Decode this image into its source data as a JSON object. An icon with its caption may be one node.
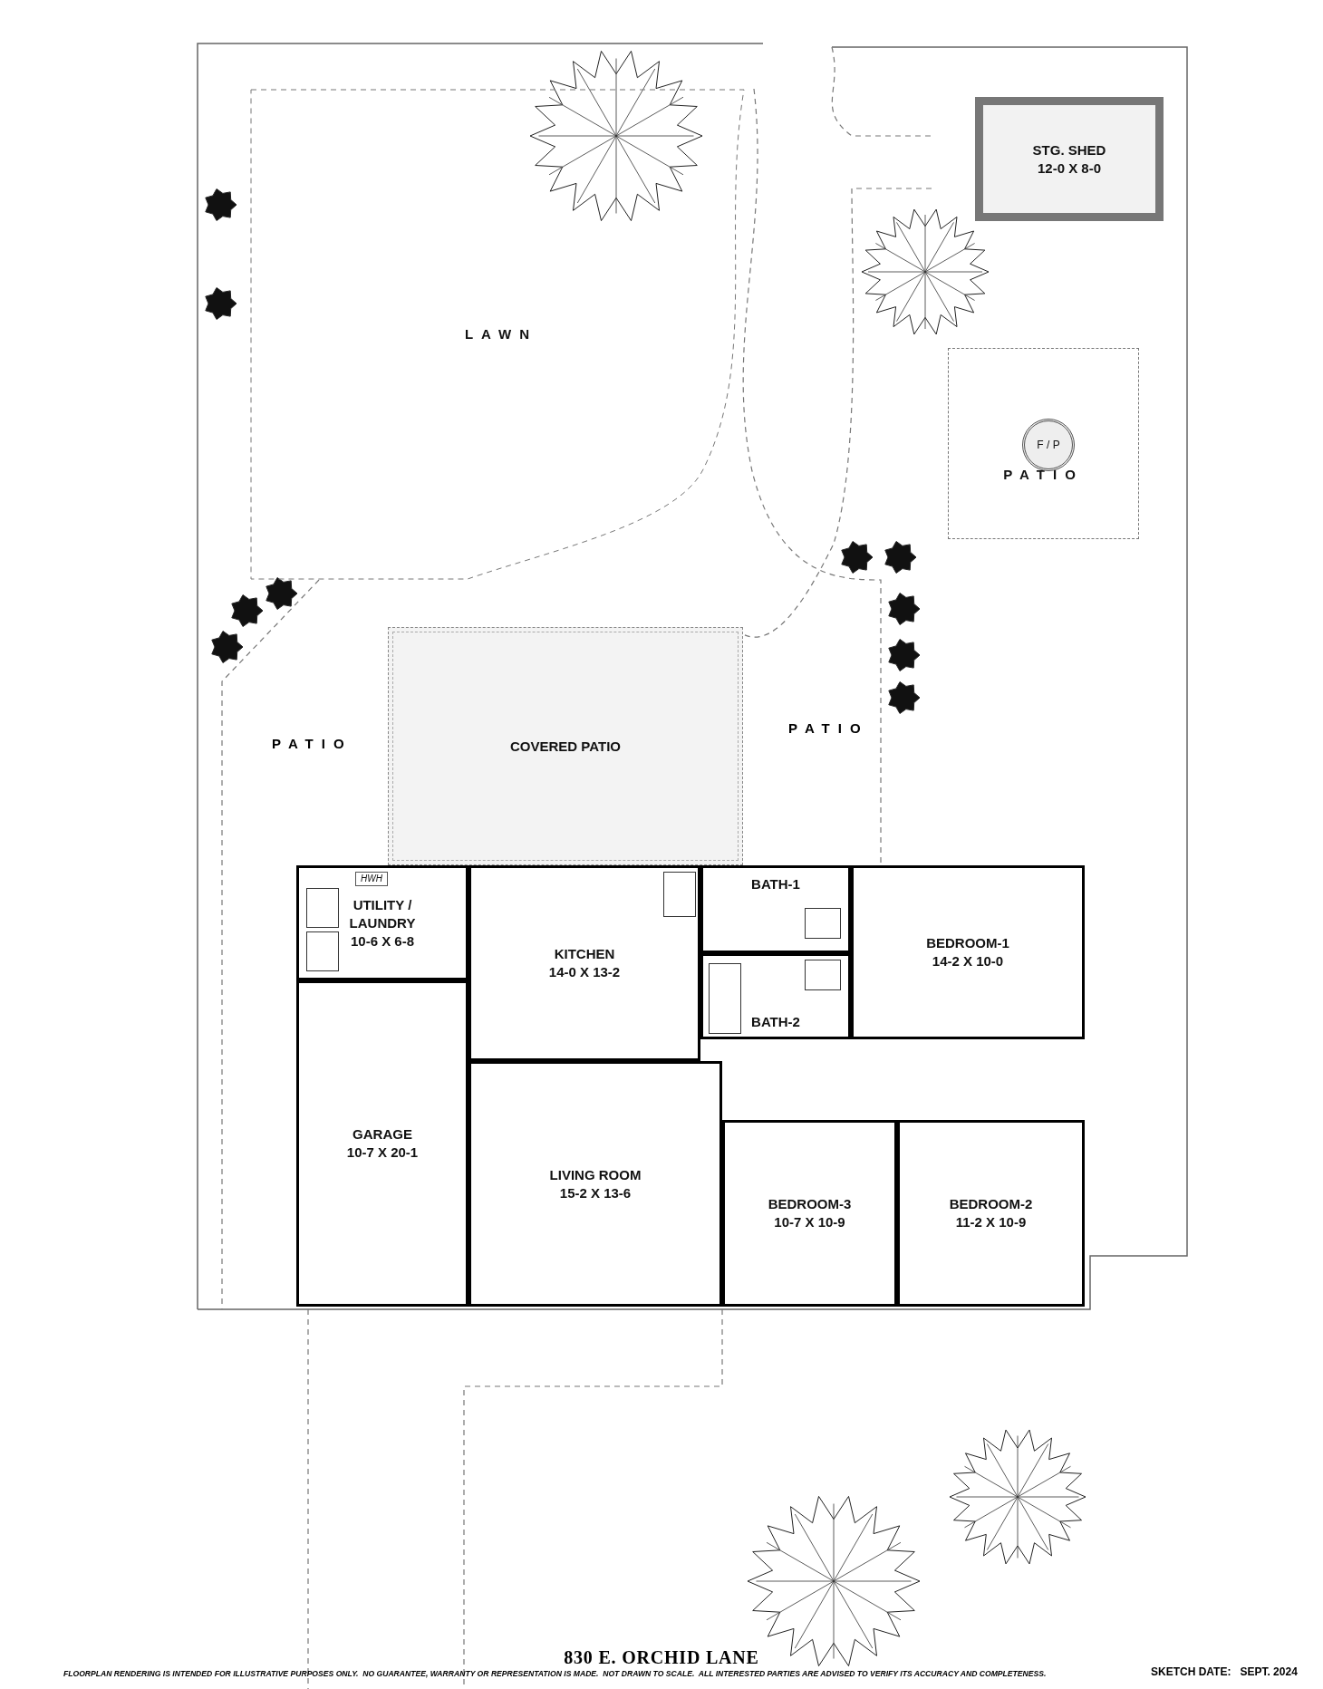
{
  "diagram": {
    "title": "830 E. ORCHID LANE",
    "caption": "FLOORPLAN RENDERING IS INTENDED FOR ILLUSTRATIVE PURPOSES ONLY.  NO GUARANTEE, WARRANTY OR REPRESENTATION IS MADE.  NOT DRAWN TO SCALE.  ALL INTERESTED PARTIES ARE ADVISED TO VERIFY ITS ACCURACY AND COMPLETENESS.",
    "nodes": [
      {
        "text": [
          "STG. SHED",
          "12-0 X 8-0"
        ]
      },
      {
        "text": [
          "PATIO"
        ]
      },
      {
        "text": [
          "F / P"
        ],
        "in": 1
      },
      {
        "text": [
          "LAWN"
        ]
      },
      {
        "text": [
          "COVERED PATIO"
        ]
      },
      {
        "text": [
          "UTILITY / LAUNDRY",
          "10-6 X 6-8"
        ]
      },
      {
        "text": [
          "HWH"
        ],
        "in": 5
      },
      {
        "text": [
          "KITCHEN",
          "14-0 X 13-2"
        ]
      },
      {
        "text": [
          "BATH-1"
        ]
      },
      {
        "text": [
          "BEDROOM-1",
          "14-2  X  10-0"
        ]
      },
      {
        "text": [
          "BATH-2"
        ]
      },
      {
        "text": [
          "GARAGE",
          "10-7 X 20-1"
        ]
      },
      {
        "text": [
          "LIVING ROOM",
          "15-2  X  13-6"
        ]
      },
      {
        "text": [
          "BEDROOM-3",
          "10-7  X  10-9"
        ]
      },
      {
        "text": [
          "BEDROOM-2",
          "11-2  X  10-9"
        ]
      }
    ],
    "labels": [
      "PATIO",
      "PATIO",
      "SKETCH DATE:   SEPT. 2024"
    ]
  }
}
